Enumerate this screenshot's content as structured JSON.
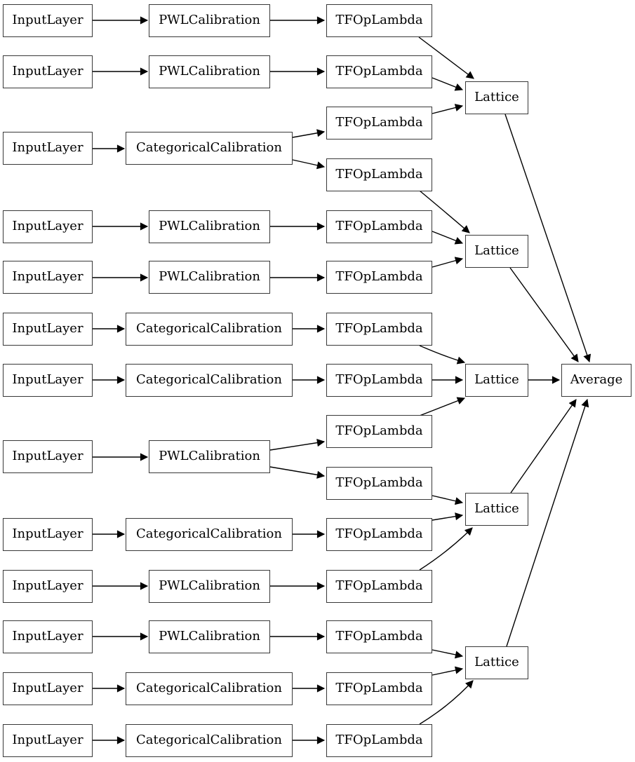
{
  "diagram": {
    "colors": {
      "background": "#ffffff",
      "node_fill": "#ffffff",
      "node_border": "#383838",
      "edge": "#000000",
      "text": "#000000"
    },
    "node_labels": {
      "input": "InputLayer",
      "pwl": "PWLCalibration",
      "categorical": "CategoricalCalibration",
      "tfop": "TFOpLambda",
      "lattice": "Lattice",
      "average": "Average"
    },
    "nodes": [
      {
        "id": "input_0",
        "label": "InputLayer"
      },
      {
        "id": "pwl_0",
        "label": "PWLCalibration"
      },
      {
        "id": "tfop_0",
        "label": "TFOpLambda"
      },
      {
        "id": "input_1",
        "label": "InputLayer"
      },
      {
        "id": "pwl_1",
        "label": "PWLCalibration"
      },
      {
        "id": "tfop_1",
        "label": "TFOpLambda"
      },
      {
        "id": "tfop_2",
        "label": "TFOpLambda"
      },
      {
        "id": "input_2",
        "label": "InputLayer"
      },
      {
        "id": "cat_0",
        "label": "CategoricalCalibration"
      },
      {
        "id": "tfop_3",
        "label": "TFOpLambda"
      },
      {
        "id": "input_3",
        "label": "InputLayer"
      },
      {
        "id": "pwl_2",
        "label": "PWLCalibration"
      },
      {
        "id": "tfop_4",
        "label": "TFOpLambda"
      },
      {
        "id": "input_4",
        "label": "InputLayer"
      },
      {
        "id": "pwl_3",
        "label": "PWLCalibration"
      },
      {
        "id": "tfop_5",
        "label": "TFOpLambda"
      },
      {
        "id": "input_5",
        "label": "InputLayer"
      },
      {
        "id": "cat_1",
        "label": "CategoricalCalibration"
      },
      {
        "id": "tfop_6",
        "label": "TFOpLambda"
      },
      {
        "id": "input_6",
        "label": "InputLayer"
      },
      {
        "id": "cat_2",
        "label": "CategoricalCalibration"
      },
      {
        "id": "tfop_7",
        "label": "TFOpLambda"
      },
      {
        "id": "tfop_8",
        "label": "TFOpLambda"
      },
      {
        "id": "input_7",
        "label": "InputLayer"
      },
      {
        "id": "pwl_4",
        "label": "PWLCalibration"
      },
      {
        "id": "tfop_9",
        "label": "TFOpLambda"
      },
      {
        "id": "input_8",
        "label": "InputLayer"
      },
      {
        "id": "cat_3",
        "label": "CategoricalCalibration"
      },
      {
        "id": "tfop_10",
        "label": "TFOpLambda"
      },
      {
        "id": "input_9",
        "label": "InputLayer"
      },
      {
        "id": "pwl_5",
        "label": "PWLCalibration"
      },
      {
        "id": "tfop_11",
        "label": "TFOpLambda"
      },
      {
        "id": "input_10",
        "label": "InputLayer"
      },
      {
        "id": "pwl_6",
        "label": "PWLCalibration"
      },
      {
        "id": "tfop_12",
        "label": "TFOpLambda"
      },
      {
        "id": "input_11",
        "label": "InputLayer"
      },
      {
        "id": "cat_4",
        "label": "CategoricalCalibration"
      },
      {
        "id": "tfop_13",
        "label": "TFOpLambda"
      },
      {
        "id": "input_12",
        "label": "InputLayer"
      },
      {
        "id": "cat_5",
        "label": "CategoricalCalibration"
      },
      {
        "id": "tfop_14",
        "label": "TFOpLambda"
      },
      {
        "id": "lattice_0",
        "label": "Lattice"
      },
      {
        "id": "lattice_1",
        "label": "Lattice"
      },
      {
        "id": "lattice_2",
        "label": "Lattice"
      },
      {
        "id": "lattice_3",
        "label": "Lattice"
      },
      {
        "id": "lattice_4",
        "label": "Lattice"
      },
      {
        "id": "average",
        "label": "Average"
      }
    ],
    "edges": [
      {
        "from": "input_0",
        "to": "pwl_0"
      },
      {
        "from": "input_1",
        "to": "pwl_1"
      },
      {
        "from": "input_2",
        "to": "cat_0"
      },
      {
        "from": "input_3",
        "to": "pwl_2"
      },
      {
        "from": "input_4",
        "to": "pwl_3"
      },
      {
        "from": "input_5",
        "to": "cat_1"
      },
      {
        "from": "input_6",
        "to": "cat_2"
      },
      {
        "from": "input_7",
        "to": "pwl_4"
      },
      {
        "from": "input_8",
        "to": "cat_3"
      },
      {
        "from": "input_9",
        "to": "pwl_5"
      },
      {
        "from": "input_10",
        "to": "pwl_6"
      },
      {
        "from": "input_11",
        "to": "cat_4"
      },
      {
        "from": "input_12",
        "to": "cat_5"
      },
      {
        "from": "pwl_0",
        "to": "tfop_0"
      },
      {
        "from": "pwl_1",
        "to": "tfop_1"
      },
      {
        "from": "cat_0",
        "to": "tfop_2"
      },
      {
        "from": "cat_0",
        "to": "tfop_3"
      },
      {
        "from": "pwl_2",
        "to": "tfop_4"
      },
      {
        "from": "pwl_3",
        "to": "tfop_5"
      },
      {
        "from": "cat_1",
        "to": "tfop_6"
      },
      {
        "from": "cat_2",
        "to": "tfop_7"
      },
      {
        "from": "pwl_4",
        "to": "tfop_8"
      },
      {
        "from": "pwl_4",
        "to": "tfop_9"
      },
      {
        "from": "cat_3",
        "to": "tfop_10"
      },
      {
        "from": "pwl_5",
        "to": "tfop_11"
      },
      {
        "from": "pwl_6",
        "to": "tfop_12"
      },
      {
        "from": "cat_4",
        "to": "tfop_13"
      },
      {
        "from": "cat_5",
        "to": "tfop_14"
      },
      {
        "from": "tfop_0",
        "to": "lattice_0"
      },
      {
        "from": "tfop_1",
        "to": "lattice_0"
      },
      {
        "from": "tfop_2",
        "to": "lattice_0"
      },
      {
        "from": "tfop_3",
        "to": "lattice_1"
      },
      {
        "from": "tfop_4",
        "to": "lattice_1"
      },
      {
        "from": "tfop_5",
        "to": "lattice_1"
      },
      {
        "from": "tfop_6",
        "to": "lattice_2"
      },
      {
        "from": "tfop_7",
        "to": "lattice_2"
      },
      {
        "from": "tfop_8",
        "to": "lattice_2"
      },
      {
        "from": "tfop_9",
        "to": "lattice_3"
      },
      {
        "from": "tfop_10",
        "to": "lattice_3"
      },
      {
        "from": "tfop_11",
        "to": "lattice_3"
      },
      {
        "from": "tfop_12",
        "to": "lattice_4"
      },
      {
        "from": "tfop_13",
        "to": "lattice_4"
      },
      {
        "from": "tfop_14",
        "to": "lattice_4"
      },
      {
        "from": "lattice_0",
        "to": "average"
      },
      {
        "from": "lattice_1",
        "to": "average"
      },
      {
        "from": "lattice_2",
        "to": "average"
      },
      {
        "from": "lattice_3",
        "to": "average"
      },
      {
        "from": "lattice_4",
        "to": "average"
      }
    ]
  }
}
